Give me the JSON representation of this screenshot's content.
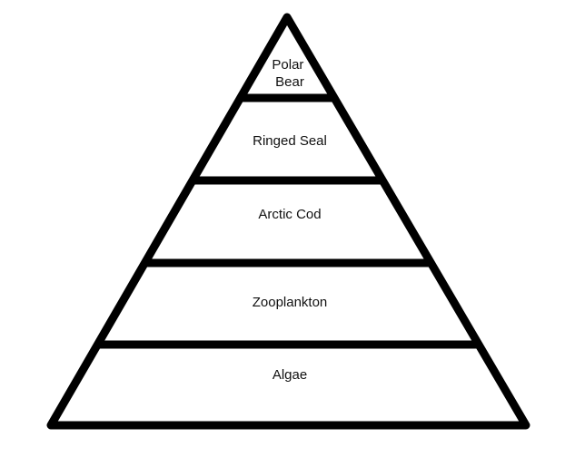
{
  "diagram": {
    "type": "food-pyramid",
    "tiers_top_to_bottom": [
      {
        "lines": [
          "Polar",
          "Bear"
        ]
      },
      {
        "lines": [
          "Ringed Seal"
        ]
      },
      {
        "lines": [
          "Arctic Cod"
        ]
      },
      {
        "lines": [
          "Zooplankton"
        ]
      },
      {
        "lines": [
          "Algae"
        ]
      }
    ],
    "colors": {
      "outline": "#000000",
      "fill": "#ffffff",
      "text": "#111111"
    }
  }
}
